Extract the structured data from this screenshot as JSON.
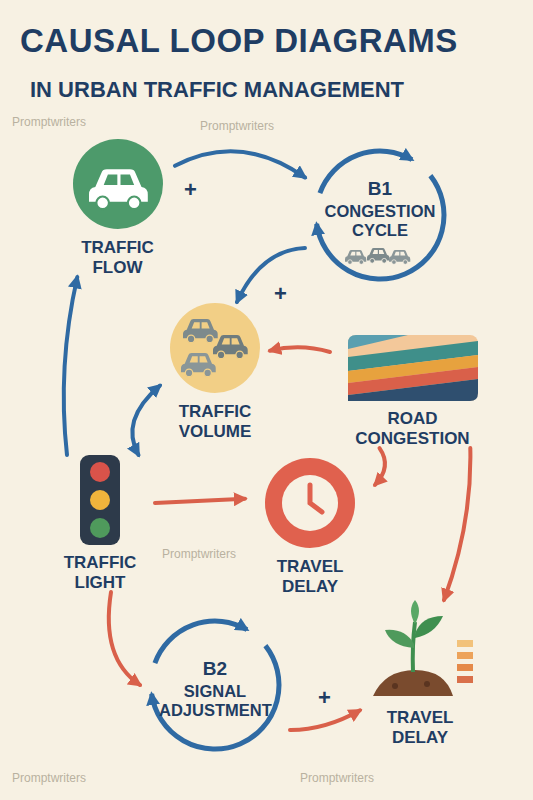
{
  "diagram": {
    "title": "CAUSAL LOOP DIAGRAMS",
    "nodes": [
      {
        "text": [
          "TRAFFIC FLOW"
        ]
      },
      {
        "text": [
          "B1",
          "CONGESTION CYCLE"
        ]
      },
      {
        "text": [
          "TRAFFIC VOLUME"
        ]
      },
      {
        "text": [
          "ROAD CONGESTION"
        ]
      },
      {
        "text": [
          "TRAFFIC LIGHT"
        ]
      },
      {
        "text": [
          "TRAVEL DELAY"
        ]
      },
      {
        "text": [
          "B2",
          "SIGNAL ADJUSTMENT"
        ]
      },
      {
        "text": [
          "TRAVEL DELAY"
        ]
      }
    ],
    "edges": [
      {
        "from": 0,
        "to": 1,
        "arrow": "to"
      },
      {
        "from": 1,
        "to": 2,
        "arrow": "to"
      },
      {
        "from": 2,
        "to": 4,
        "arrow": "both"
      },
      {
        "from": 4,
        "to": 0,
        "arrow": "to"
      },
      {
        "from": 3,
        "to": 2,
        "arrow": "to"
      },
      {
        "from": 4,
        "to": 5,
        "arrow": "to"
      },
      {
        "from": 3,
        "to": 5,
        "arrow": "to"
      },
      {
        "from": 3,
        "to": 7,
        "arrow": "to"
      },
      {
        "from": 4,
        "to": 6,
        "arrow": "to"
      },
      {
        "from": 6,
        "to": 7,
        "arrow": "to"
      }
    ],
    "labels": [
      "IN URBAN TRAFFIC MANAGEMENT",
      "+",
      "+",
      "+",
      "Promptwriters",
      "Promptwriters",
      "Promptwriters",
      "Promptwriters",
      "Promptwriters"
    ]
  }
}
